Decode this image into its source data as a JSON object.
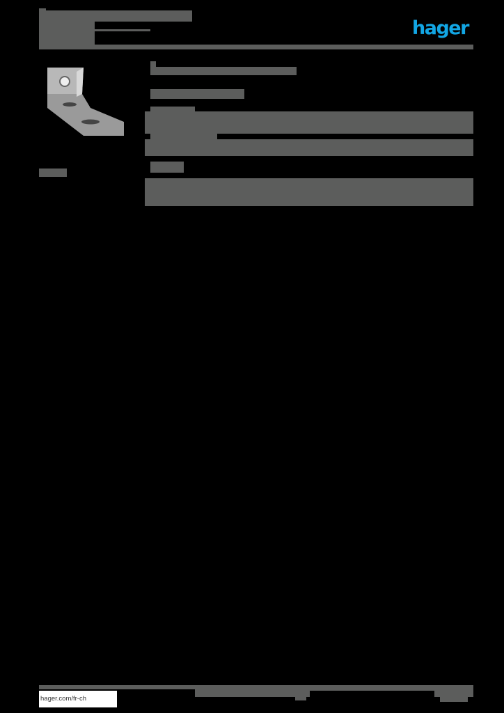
{
  "header": {
    "title_redacted": true,
    "subtitle_redacted": true,
    "logo_text": "hager",
    "brand_color": "#12a6e4"
  },
  "product": {
    "image": "angle-bracket-metal-part",
    "reference_redacted": true
  },
  "content": {
    "heading_redacted": true,
    "subheading_redacted": true,
    "sections": [
      {
        "label_redacted": true,
        "body_redacted": true
      },
      {
        "label_redacted": true,
        "body_redacted": true
      },
      {
        "label_redacted": true,
        "body_redacted": true
      }
    ]
  },
  "footer": {
    "url": "hager.com/fr-ch",
    "center_redacted": true,
    "page_redacted": true
  },
  "colors": {
    "background": "#000000",
    "redaction": "#5c5d5c",
    "accent": "#12a6e4"
  }
}
